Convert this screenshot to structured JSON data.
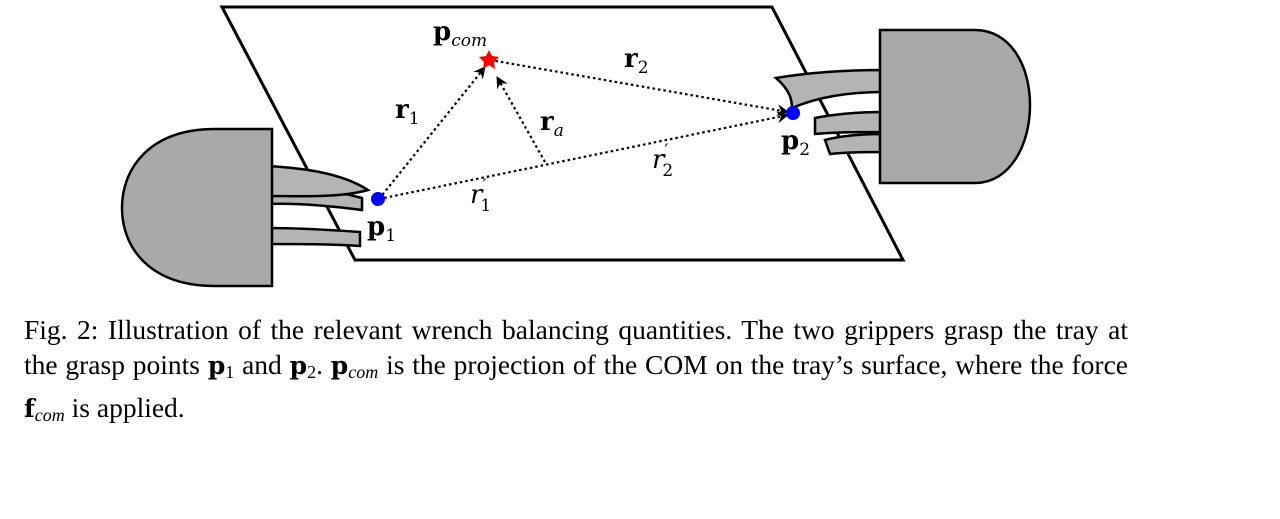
{
  "figure": {
    "labels": {
      "p_com_base": "p",
      "p_com_sub": "com",
      "r1_base": "r",
      "r1_sub": "1",
      "r2_base": "r",
      "r2_sub": "2",
      "ra_base": "r",
      "ra_sub": "a",
      "r1p_base": "r",
      "r1p_prime": "′",
      "r1p_sub": "1",
      "r2p_base": "r",
      "r2p_prime": "′",
      "r2p_sub": "2",
      "p1_base": "p",
      "p1_sub": "1",
      "p2_base": "p",
      "p2_sub": "2"
    },
    "colors": {
      "gripper_fill": "#a9a9a9",
      "finger_fill": "#b4b4b4",
      "point_color": "#0000ff",
      "com_color": "#ff0000"
    }
  },
  "caption": {
    "t1": "Fig. 2: Illustration of the relevant wrench balancing quantities. The two grippers grasp the tray at the grasp points ",
    "p1_base": "p",
    "p1_sub": "1",
    "t2": " and ",
    "p2_base": "p",
    "p2_sub": "2",
    "t3": ". ",
    "pcom_base": "p",
    "pcom_sub": "com",
    "t4": " is the projection of the COM on the tray’s surface, where the force ",
    "fcom_base": "f",
    "fcom_sub": "com",
    "t5": " is applied."
  }
}
